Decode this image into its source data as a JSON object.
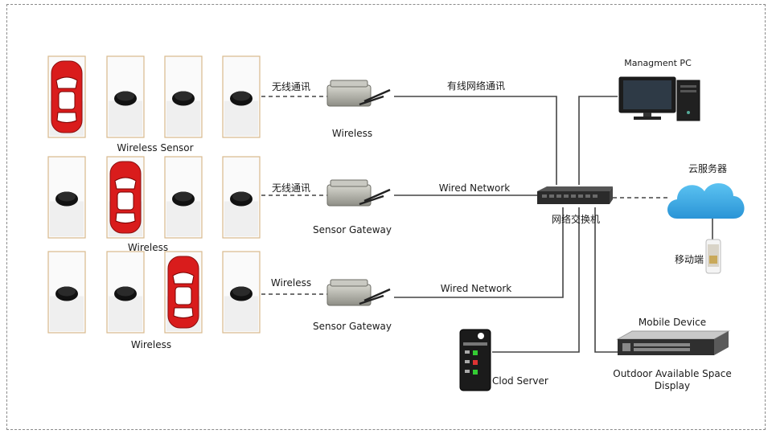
{
  "labels": {
    "row1_sensor": "Wireless Sensor",
    "row2_sensor": "Wireless",
    "row3_sensor": "Wireless",
    "row1_link": "无线通讯",
    "row2_link": "无线通讯",
    "row3_link": "Wireless",
    "gateway1": "Wireless",
    "gateway2": "Sensor Gateway",
    "gateway3": "Sensor Gateway",
    "wired1": "有线网络通讯",
    "wired2": "Wired Network",
    "wired3": "Wired Network",
    "pc": "Managment PC",
    "switch": "网络交换机",
    "cloud": "云服务器",
    "mobile_cn": "移动端",
    "server": "Mobile Device",
    "display_line1": "Outdoor Available Space",
    "display_line2": "Display",
    "remote": "Clod Server"
  },
  "parking_rows": [
    [
      "car",
      "sensor",
      "sensor",
      "sensor"
    ],
    [
      "sensor",
      "car",
      "sensor",
      "sensor"
    ],
    [
      "sensor",
      "sensor",
      "car",
      "sensor"
    ]
  ],
  "colors": {
    "car": "#d91c1c",
    "cloud": "#3ba7e0",
    "link": "#444444",
    "frame": "#8a8a8a"
  }
}
